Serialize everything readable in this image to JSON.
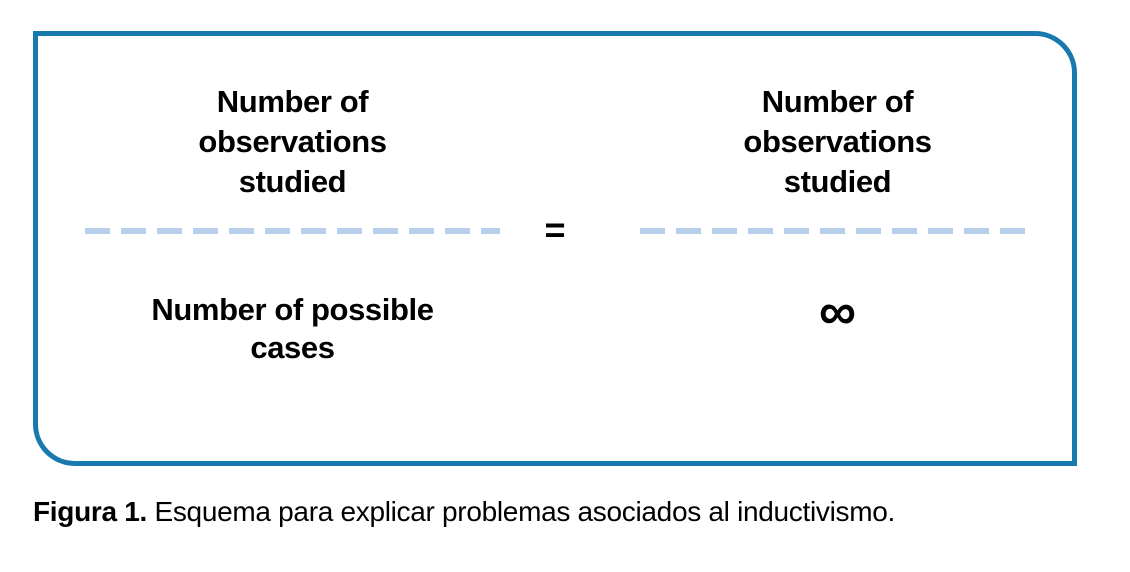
{
  "figure": {
    "left_fraction": {
      "numerator_lines": [
        "Number of",
        "observations",
        "studied"
      ],
      "denominator_lines": [
        "Number of possible",
        "cases"
      ]
    },
    "equals": "=",
    "right_fraction": {
      "numerator_lines": [
        "Number of",
        "observations",
        "studied"
      ],
      "denominator": "∞"
    },
    "colors": {
      "border": "#1779ad",
      "dash": "#b8cfec",
      "text": "#000000"
    }
  },
  "caption": {
    "label": "Figura 1.",
    "text": " Esquema para explicar problemas asociados al inductivismo."
  }
}
